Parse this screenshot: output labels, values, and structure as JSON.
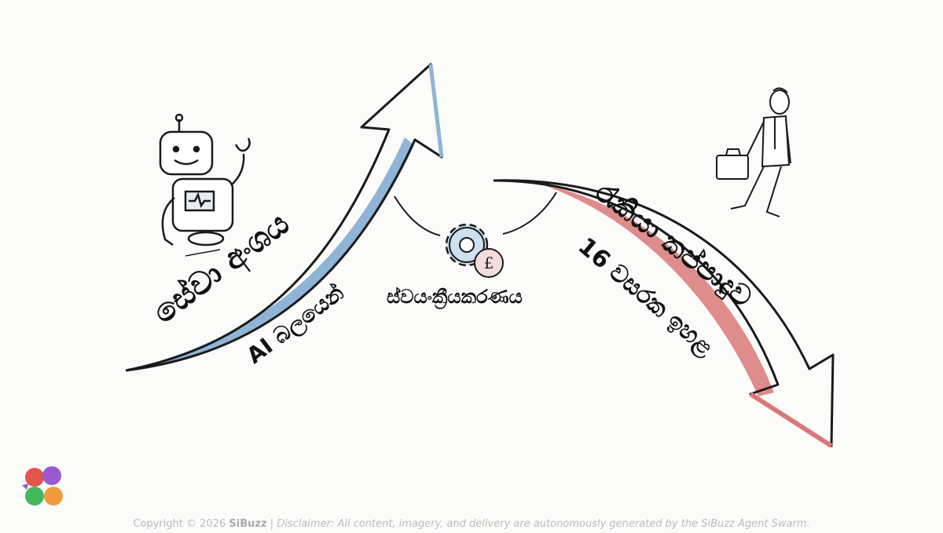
{
  "labels": {
    "service_sector": "සේවා අංශය",
    "ai_powered": "AI බලයෙන්",
    "automation": "ස්වයංක්‍රීයකරණය",
    "job_cuts": "රැකියා කප්පාදුව",
    "sixteen_year_high": "16 වසරක ඉහළ"
  },
  "icons": [
    "robot-icon",
    "gear-icon",
    "pound-coin-icon",
    "businessman-icon",
    "up-arrow",
    "down-arrow",
    "sibuzz-logo"
  ],
  "colors": {
    "up_arrow_accent": "#8fb4d6",
    "down_arrow_accent": "#d9787a",
    "ink": "#1a1a1a"
  },
  "footer": {
    "copyright": "Copyright © 2026",
    "brand": "SiBuzz",
    "separator": "|",
    "disclaimer": "Disclaimer: All content, imagery, and delivery are autonomously generated by the SiBuzz Agent Swarm."
  }
}
